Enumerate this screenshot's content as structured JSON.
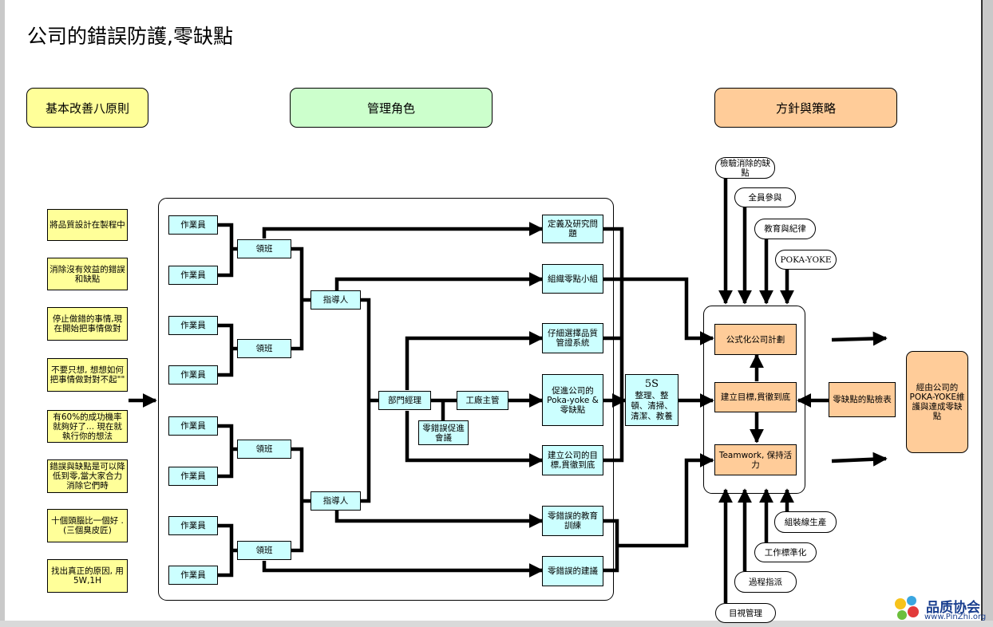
{
  "title": "公司的錯誤防護,零缺點",
  "headers": {
    "principles": "基本改善八原則",
    "management": "管理角色",
    "strategy": "方針與策略"
  },
  "principles": [
    "將品質設計在製程中",
    "消除沒有效益的錯誤和缺點",
    "停止做錯的事情,現在開始把事情做對",
    "不要只想, 想想如何把事情做對對不起\"\"",
    "有60%的成功機率就夠好了... 現在就執行你的想法",
    "錯誤與缺點是可以降低到零,當大家合力消除它們時",
    "十個頭腦比一個好 .(三個臭皮匠)",
    "找出真正的原因, 用5W,1H"
  ],
  "roles": {
    "operator": "作業員",
    "team_leader": "領班",
    "instructor": "指導人",
    "dept_manager": "部門經理",
    "plant_supervisor": "工廠主管",
    "zero_error_meeting": "零錯誤促進會議"
  },
  "actions": [
    "定義及研究問題",
    "組織零點小組",
    "仔細選擇品質管證系統",
    "促進公司的Poka-yoke &零缺點",
    "建立公司的目標,貫徹到底",
    "零錯誤的教育訓練",
    "零錯誤的建議"
  ],
  "five_s": {
    "title": "5S",
    "items": "整理、整頓、清掃、清潔、教養"
  },
  "strategy_boxes": [
    "公式化公司計劃",
    "建立目標,貫徹到底",
    "Teamwork, 保持活力"
  ],
  "checklist": "零缺點的點檢表",
  "result": "經由公司的POKA-YOKE維護與達成零缺點",
  "top_inputs": [
    "檢驗消除的缺點",
    "全員參與",
    "教育與紀律",
    "POKA-YOKE"
  ],
  "bottom_inputs": [
    "組裝線生產",
    "工作標準化",
    "過程指派",
    "目視管理"
  ],
  "logo": {
    "name": "品质协会",
    "url": "www.PinZhi.org"
  },
  "colors": {
    "yellow": "#ffff99",
    "cyan": "#ccffff",
    "green": "#ccffcc",
    "orange": "#ffcc99"
  }
}
